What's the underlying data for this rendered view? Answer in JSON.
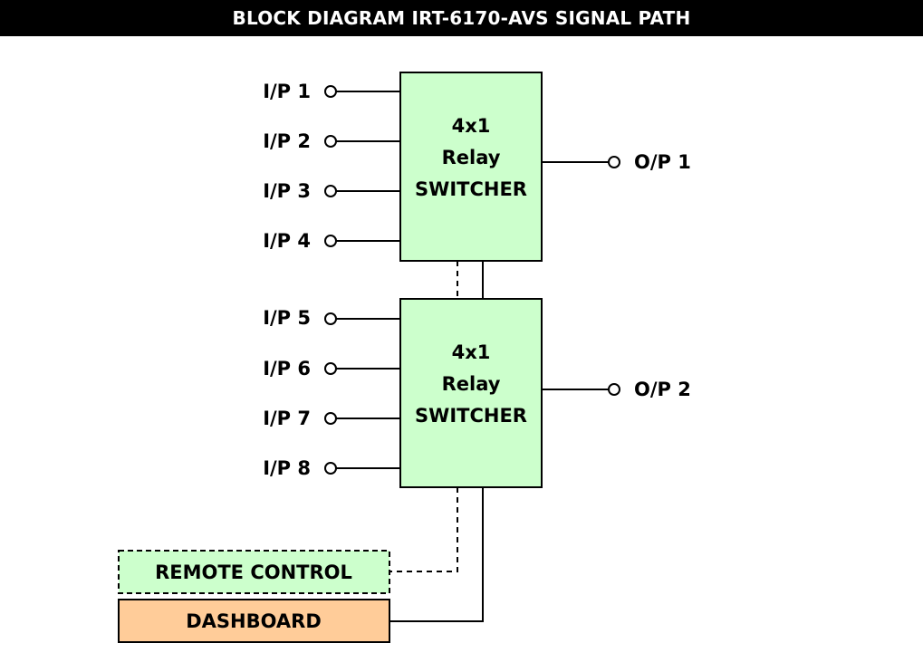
{
  "title": "BLOCK DIAGRAM IRT-6170-AVS SIGNAL PATH",
  "switchers": [
    {
      "lines": [
        "4x1",
        "Relay",
        "SWITCHER"
      ],
      "inputs": [
        "I/P 1",
        "I/P 2",
        "I/P 3",
        "I/P 4"
      ],
      "output": "O/P 1"
    },
    {
      "lines": [
        "4x1",
        "Relay",
        "SWITCHER"
      ],
      "inputs": [
        "I/P 5",
        "I/P 6",
        "I/P 7",
        "I/P 8"
      ],
      "output": "O/P 2"
    }
  ],
  "remote_control": "REMOTE CONTROL",
  "dashboard": "DASHBOARD",
  "colors": {
    "switcher_fill": "#ccffcc",
    "remote_fill": "#ccffcc",
    "dashboard_fill": "#ffcc99",
    "title_bg": "#000000"
  }
}
